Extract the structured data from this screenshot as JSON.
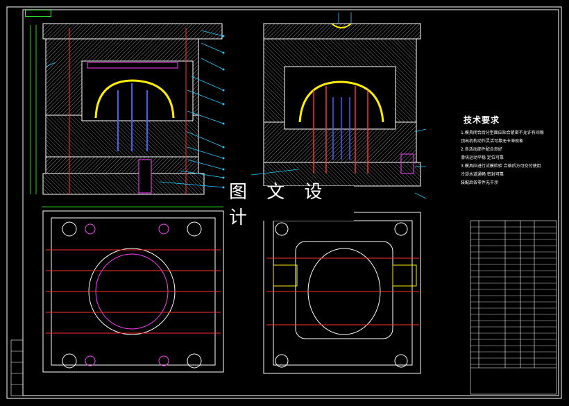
{
  "watermark": "图 文 设 计",
  "tech_requirements": {
    "title": "技术要求",
    "notes": [
      "1.模具闭合后分型面应贴合紧密不允许有间隙",
      "顶出机构动作灵活可靠无卡滞现象",
      "2.各活动部件配合良好",
      "滑块运动平稳 定位可靠",
      "3.模具应进行试模检验 合格后方可交付使用",
      "冷却水道通畅 密封可靠",
      "装配后各零件无干涉"
    ]
  },
  "colors": {
    "background": "#000000",
    "frame": "#ffffff",
    "dimension": "#33ff33",
    "hatch": "#b0b0b0",
    "leader": "#22ccff",
    "part_yellow": "#ffee00",
    "part_red": "#ff3030",
    "part_blue": "#4060ff",
    "part_magenta": "#ff40ff"
  }
}
